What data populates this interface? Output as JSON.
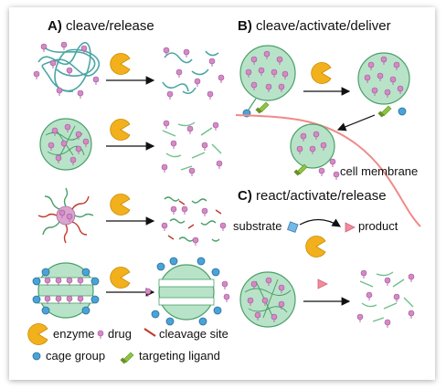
{
  "panels": {
    "a": {
      "letter": "A)",
      "title": "cleave/release"
    },
    "b": {
      "letter": "B)",
      "title": "cleave/activate/deliver",
      "membrane_label": "cell membrane"
    },
    "c": {
      "letter": "C)",
      "title": "react/activate/release",
      "substrate_label": "substrate",
      "product_label": "product"
    }
  },
  "legend": {
    "enzyme": "enzyme",
    "drug": "drug",
    "cleavage_site": "cleavage site",
    "cage_group": "cage group",
    "targeting_ligand": "targeting ligand"
  },
  "colors": {
    "carrier_fill": "#b9e3c8",
    "carrier_stroke": "#4aa06a",
    "polymer": "#4aa7a5",
    "drug": "#d48ac5",
    "cleavage": "#c0392b",
    "enzyme": "#f2b11c",
    "cage": "#4aa3d8",
    "ligand": "#8cc63f",
    "membrane": "#f08a8a",
    "product": "#f28b9b",
    "substrate": "#74b8e8"
  },
  "icons": [
    "enzyme-icon",
    "drug-icon",
    "cleavage-site-icon",
    "cage-group-icon",
    "targeting-ligand-icon",
    "arrow-icon"
  ]
}
